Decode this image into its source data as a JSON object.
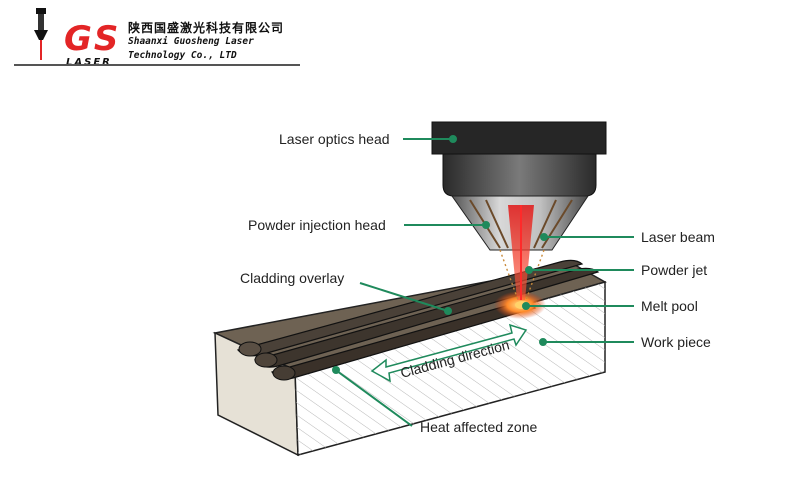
{
  "logo": {
    "brand": "GS",
    "brand_sub": "LASER",
    "company_cn": "陕西国盛激光科技有限公司",
    "company_en_line1": "Shaanxi Guosheng Laser",
    "company_en_line2": "Technology Co., LTD",
    "brand_color": "#e32526"
  },
  "diagram": {
    "labels": {
      "laser_optics_head": "Laser optics head",
      "powder_injection_head": "Powder injection head",
      "cladding_overlay": "Cladding overlay",
      "laser_beam": "Laser beam",
      "powder_jet": "Powder jet",
      "melt_pool": "Melt pool",
      "work_piece": "Work piece",
      "heat_affected_zone": "Heat affected zone"
    },
    "direction_text": "Cladding direction",
    "leader_color": "#1f8a5c",
    "beam_color": "#e02020"
  }
}
